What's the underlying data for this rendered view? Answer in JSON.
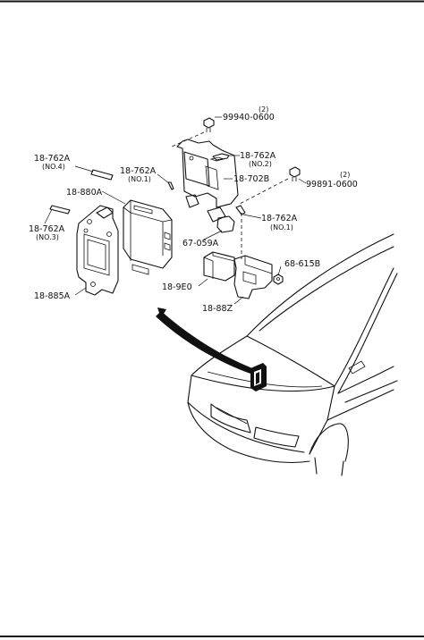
{
  "labels": {
    "p99940": "99940-0600",
    "p99940_qty": "(2)",
    "p99891": "99891-0600",
    "p99891_qty": "(2)",
    "p18762A_no4": "18-762A",
    "p18762A_no4_sub": "(NO.4)",
    "p18762A_no1a": "18-762A",
    "p18762A_no1a_sub": "(NO.1)",
    "p18762A_no2": "18-762A",
    "p18762A_no2_sub": "(NO.2)",
    "p18762A_no1b": "18-762A",
    "p18762A_no1b_sub": "(NO.1)",
    "p18762A_no3": "18-762A",
    "p18762A_no3_sub": "(NO.3)",
    "p18702B": "18-702B",
    "p18880A": "18-880A",
    "p67059A": "67-059A",
    "p68615B": "68-615B",
    "p189E0": "18-9E0",
    "p18885A": "18-885A",
    "p1888Z": "18-88Z"
  }
}
